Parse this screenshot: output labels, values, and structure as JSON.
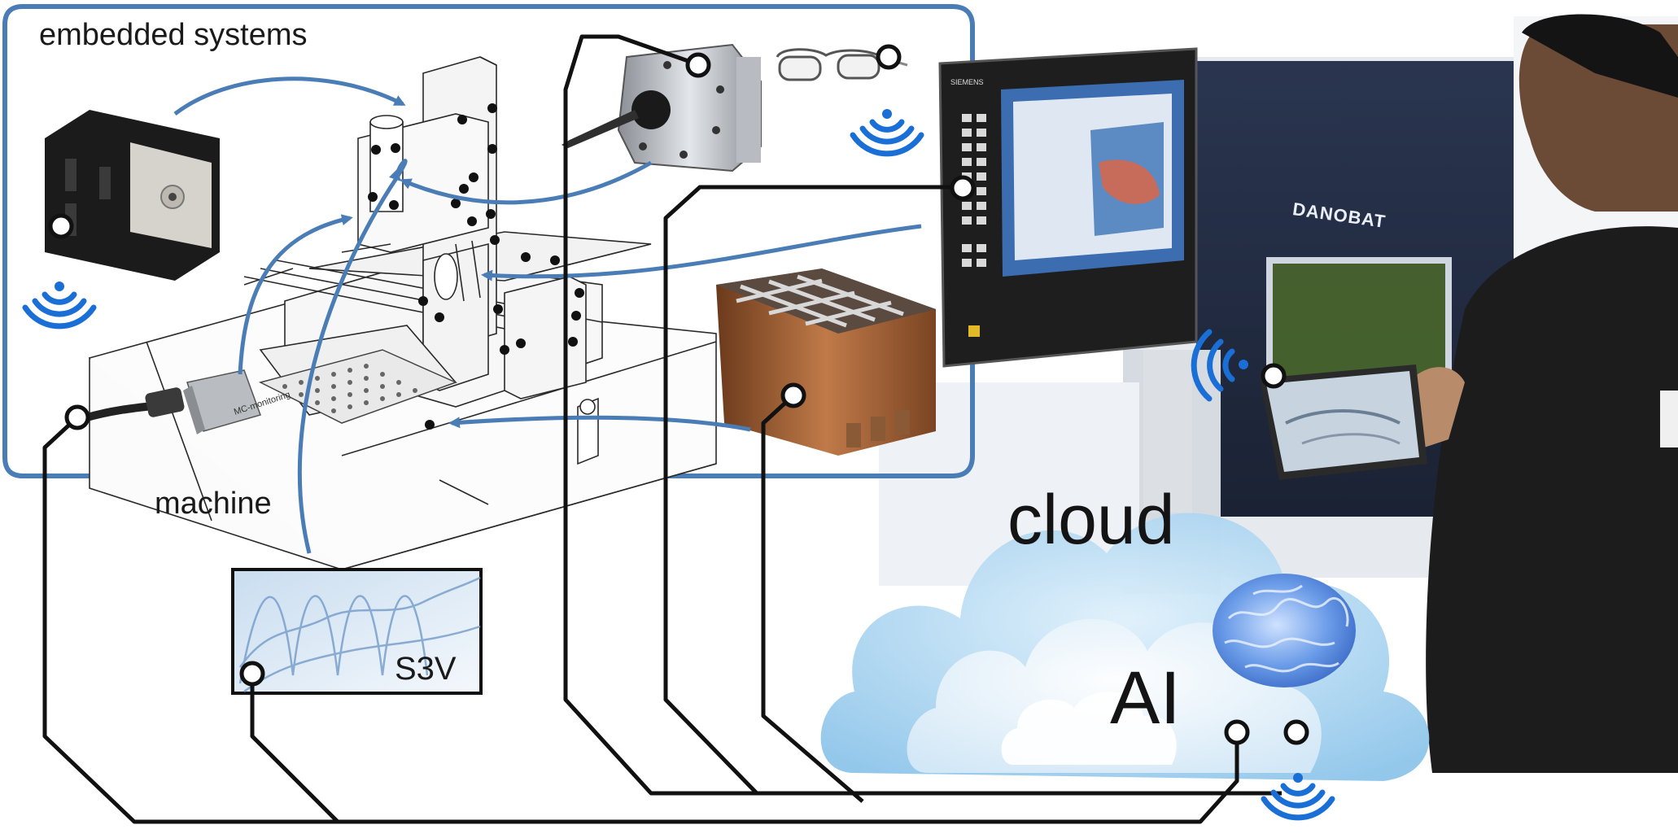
{
  "labels": {
    "embedded_systems": "embedded systems",
    "machine": "machine",
    "s3v": "S3V",
    "cloud": "cloud",
    "ai": "AI",
    "brand_on_machine": "DANOBAT",
    "sensor_text": "MC-monitoring",
    "hmi_brand": "SIEMENS"
  },
  "colors": {
    "frame_blue": "#4a7db5",
    "arrow_blue": "#4a7db5",
    "wireless_blue": "#1a6fd6",
    "line_black": "#111111",
    "cloud_blue": "#a9d3ef",
    "cloud_white": "#eef5fb",
    "brain_blue": "#5c8fe0"
  },
  "icons": [
    "wifi-icon",
    "connection-node-icon",
    "brain-icon",
    "cloud-icon"
  ]
}
